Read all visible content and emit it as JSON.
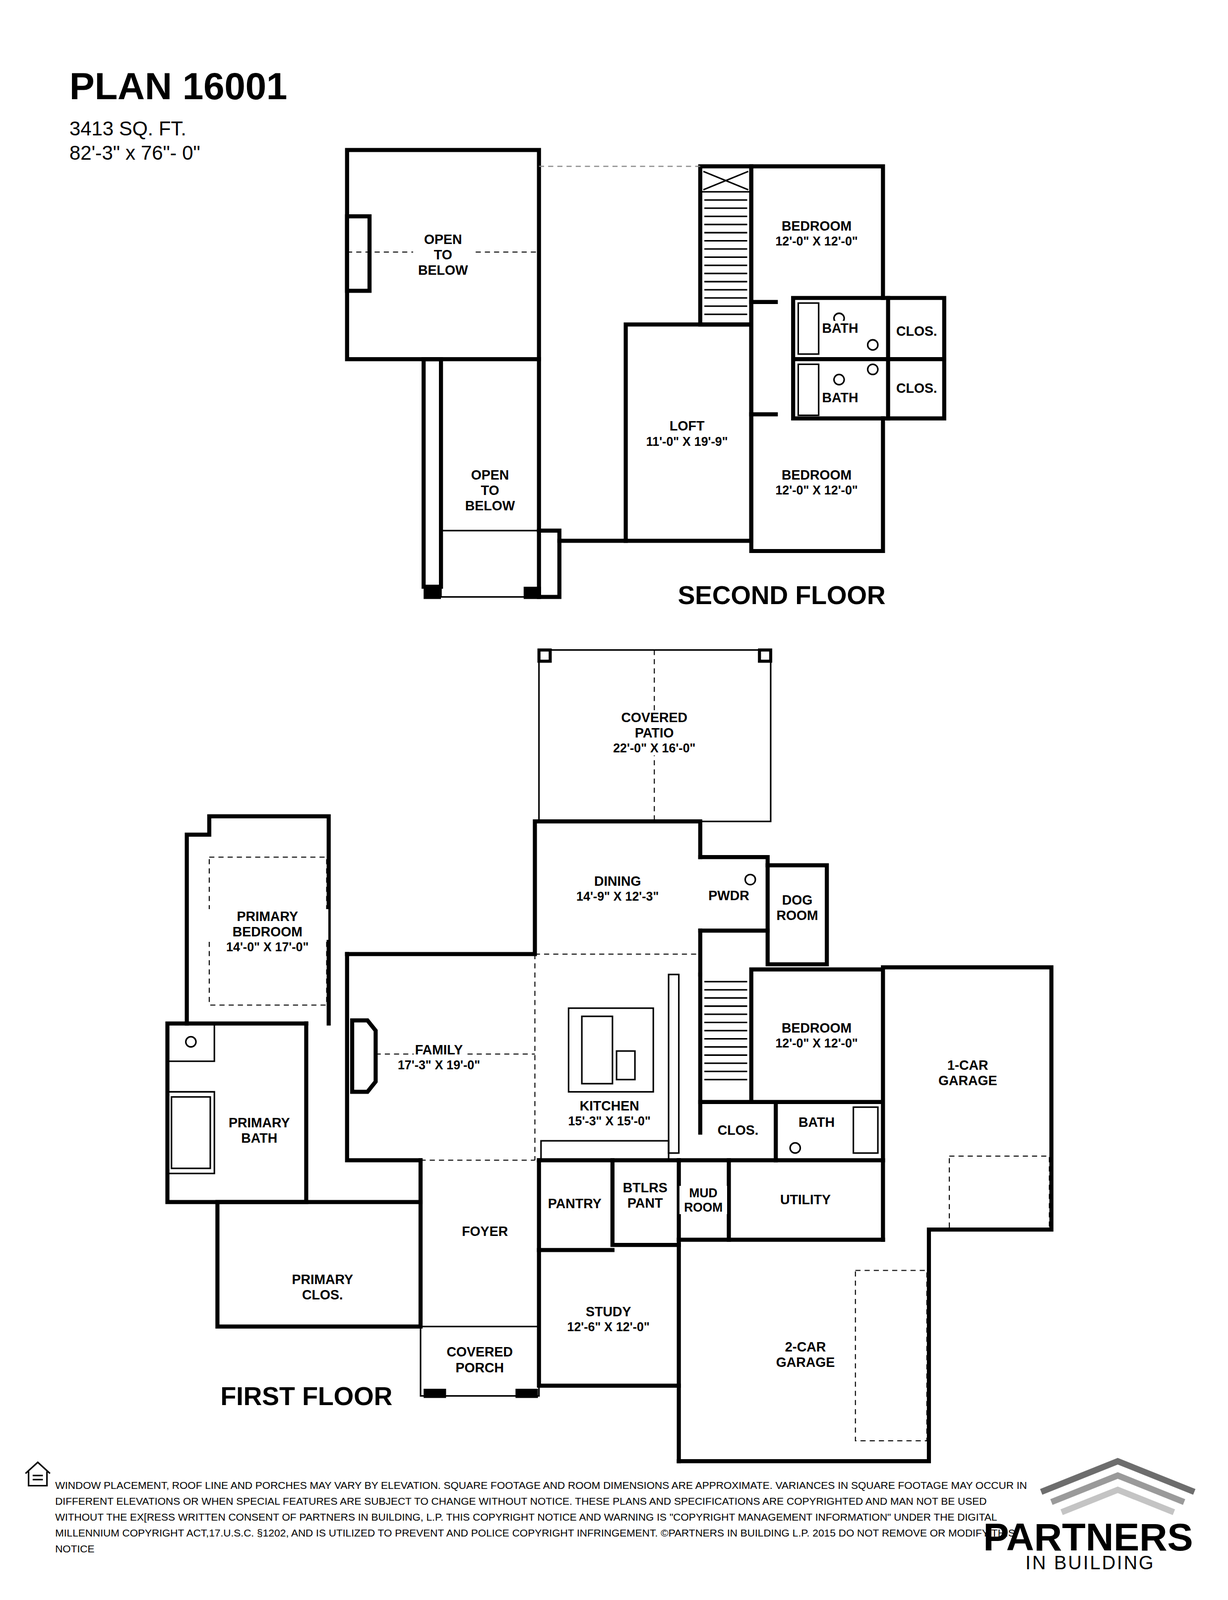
{
  "diagram": {
    "title": "PLAN 16001",
    "nodes": [
      {
        "text": [
          "OPEN TO BELOW"
        ]
      },
      {
        "text": [
          "BEDROOM",
          "12'-0\" X 12'-0\""
        ]
      },
      {
        "text": [
          "BATH"
        ]
      },
      {
        "text": [
          "CLOS."
        ]
      },
      {
        "text": [
          "CLOS."
        ]
      },
      {
        "text": [
          "BATH"
        ]
      },
      {
        "text": [
          "LOFT",
          "11'-0\" X 19'-9\""
        ]
      },
      {
        "text": [
          "OPEN TO BELOW"
        ]
      },
      {
        "text": [
          "BEDROOM",
          "12'-0\" X 12'-0\""
        ]
      },
      {
        "text": [
          "COVERED PATIO",
          "22'-0\" X 16'-0\""
        ]
      },
      {
        "text": [
          "DINING",
          "14'-9\" X 12'-3\""
        ]
      },
      {
        "text": [
          "PWDR"
        ]
      },
      {
        "text": [
          "DOG ROOM"
        ]
      },
      {
        "text": [
          "PRIMARY BEDROOM",
          "14'-0\" X 17'-0\""
        ]
      },
      {
        "text": [
          "FAMILY",
          "17'-3\" X 19'-0\""
        ]
      },
      {
        "text": [
          "BEDROOM",
          "12'-0\" X 12'-0\""
        ]
      },
      {
        "text": [
          "1-CAR GARAGE"
        ]
      },
      {
        "text": [
          "KITCHEN",
          "15'-3\" X 15'-0\""
        ]
      },
      {
        "text": [
          "PRIMARY BATH"
        ]
      },
      {
        "text": [
          "CLOS."
        ]
      },
      {
        "text": [
          "BATH"
        ]
      },
      {
        "text": [
          "PANTRY"
        ]
      },
      {
        "text": [
          "BTLRS PANT"
        ]
      },
      {
        "text": [
          "MUD ROOM"
        ]
      },
      {
        "text": [
          "UTILITY"
        ]
      },
      {
        "text": [
          "FOYER"
        ]
      },
      {
        "text": [
          "PRIMARY CLOS."
        ]
      },
      {
        "text": [
          "STUDY",
          "12'-6\" X 12'-0\""
        ]
      },
      {
        "text": [
          "2-CAR GARAGE"
        ]
      },
      {
        "text": [
          "COVERED PORCH"
        ]
      }
    ],
    "labels": [
      "3413 SQ. FT.",
      "82'-3\" x 76\"- 0\"",
      "SECOND FLOOR",
      "FIRST FLOOR",
      "WINDOW PLACEMENT, ROOF LINE AND PORCHES MAY VARY BY ELEVATION. SQUARE FOOTAGE AND ROOM DIMENSIONS ARE APPROXIMATE. VARIANCES IN SQUARE FOOTAGE MAY OCCUR IN DIFFERENT ELEVATIONS OR WHEN SPECIAL FEATURES ARE SUBJECT TO CHANGE WITHOUT NOTICE. THESE PLANS AND SPECIFICATIONS ARE COPYRIGHTED AND MAN NOT BE USED WITHOUT THE EX[RESS WRITTEN CONSENT OF PARTNERS IN BUILDING, L.P. THIS COPYRIGHT NOTICE AND WARNING IS \"COPYRIGHT MANAGEMENT INFORMATION\" UNDER THE DIGITAL MILLENNIUM COPYRIGHT ACT,17.U.S.C. §1202, AND IS UTILIZED TO PREVENT AND POLICE COPYRIGHT INFRINGEMENT. ©PARTNERS IN BUILDING L.P. 2015 DO NOT REMOVE OR MODIFY THIS NOTICE",
      "PARTNERS",
      "IN BUILDING"
    ]
  }
}
